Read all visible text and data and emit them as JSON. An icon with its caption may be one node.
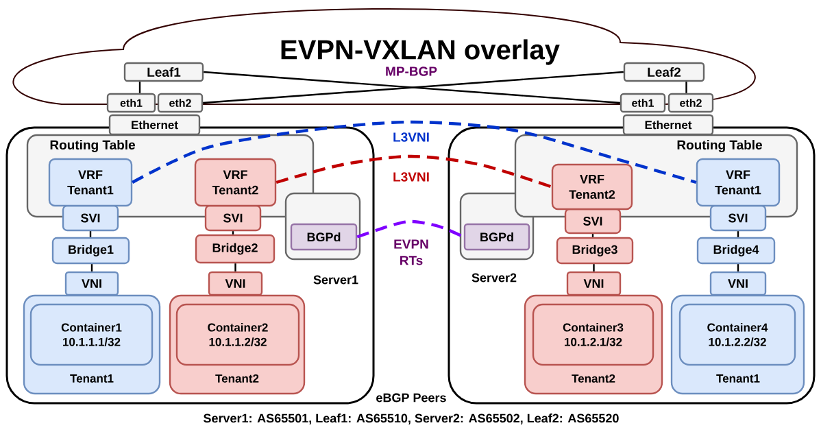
{
  "diagram": {
    "nodes": [
      {
        "text": [
          "EVPN-VXLAN overlay"
        ]
      },
      {
        "text": [
          "Leaf1"
        ],
        "in": 0
      },
      {
        "text": [
          "eth1"
        ]
      },
      {
        "text": [
          "eth2"
        ]
      },
      {
        "text": [
          "Ethernet"
        ]
      },
      {
        "text": [
          "Leaf2"
        ],
        "in": 0
      },
      {
        "text": [
          "eth1"
        ]
      },
      {
        "text": [
          "eth2"
        ]
      },
      {
        "text": [
          "Ethernet"
        ]
      },
      {
        "text": [
          "Server1"
        ]
      },
      {
        "text": [
          "Routing Table"
        ],
        "in": 9
      },
      {
        "text": [
          "VRF Tenant1"
        ],
        "in": 10
      },
      {
        "text": [
          "SVI"
        ],
        "in": 9
      },
      {
        "text": [
          "Bridge1"
        ],
        "in": 9
      },
      {
        "text": [
          "VNI"
        ],
        "in": 9
      },
      {
        "text": [
          "Tenant1"
        ],
        "in": 9
      },
      {
        "text": [
          "Container1 10.1.1.1/32"
        ],
        "in": 15
      },
      {
        "text": [
          "VRF Tenant2"
        ],
        "in": 10
      },
      {
        "text": [
          "SVI"
        ],
        "in": 9
      },
      {
        "text": [
          "Bridge2"
        ],
        "in": 9
      },
      {
        "text": [
          "VNI"
        ],
        "in": 9
      },
      {
        "text": [
          "Tenant2"
        ],
        "in": 9
      },
      {
        "text": [
          "Container2 10.1.1.2/32"
        ],
        "in": 21
      },
      {
        "text": [],
        "shape": "box",
        "in": 9
      },
      {
        "text": [
          "BGPd"
        ],
        "in": 23
      },
      {
        "text": [
          "Server2"
        ]
      },
      {
        "text": [],
        "shape": "box",
        "in": 25
      },
      {
        "text": [
          "BGPd"
        ],
        "in": 26
      },
      {
        "text": [
          "Routing Table"
        ],
        "in": 25
      },
      {
        "text": [
          "VRF Tenant2"
        ],
        "in": 28
      },
      {
        "text": [
          "SVI"
        ],
        "in": 25
      },
      {
        "text": [
          "Bridge3"
        ],
        "in": 25
      },
      {
        "text": [
          "VNI"
        ],
        "in": 25
      },
      {
        "text": [
          "Tenant2"
        ],
        "in": 25
      },
      {
        "text": [
          "Container3 10.1.2.1/32"
        ],
        "in": 33
      },
      {
        "text": [
          "VRF Tenant1"
        ],
        "in": 28
      },
      {
        "text": [
          "SVI"
        ],
        "in": 25
      },
      {
        "text": [
          "Bridge4"
        ],
        "in": 25
      },
      {
        "text": [
          "VNI"
        ],
        "in": 25
      },
      {
        "text": [
          "Tenant1"
        ],
        "in": 25
      },
      {
        "text": [
          "Container4 10.1.2.2/32"
        ],
        "in": 39
      }
    ],
    "edges": [
      {
        "from": 1,
        "to": 6,
        "arrow": "none",
        "label": "MP-BGP"
      },
      {
        "from": 3,
        "to": 5,
        "arrow": "none"
      },
      {
        "from": 1,
        "to": 2,
        "arrow": "none"
      },
      {
        "from": 5,
        "to": 7,
        "arrow": "none"
      },
      {
        "from": 12,
        "to": 13,
        "arrow": "none"
      },
      {
        "from": 13,
        "to": 14,
        "arrow": "none"
      },
      {
        "from": 18,
        "to": 19,
        "arrow": "none"
      },
      {
        "from": 19,
        "to": 20,
        "arrow": "none"
      },
      {
        "from": 30,
        "to": 31,
        "arrow": "none"
      },
      {
        "from": 31,
        "to": 32,
        "arrow": "none"
      },
      {
        "from": 36,
        "to": 37,
        "arrow": "none"
      },
      {
        "from": 37,
        "to": 38,
        "arrow": "none"
      },
      {
        "from": 11,
        "to": 35,
        "arrow": "none",
        "style": "dashed",
        "color": "#0033cc",
        "label": "L3VNI"
      },
      {
        "from": 17,
        "to": 29,
        "arrow": "none",
        "style": "dashed",
        "color": "#c00000",
        "label": "L3VNI"
      },
      {
        "from": 24,
        "to": 27,
        "arrow": "none",
        "style": "dashed",
        "color": "#7f00ff",
        "label": "EVPN RTs"
      }
    ],
    "labels": [
      "eBGP Peers",
      "Server1: AS65501, Leaf1: AS65510, Server2: AS65502, Leaf2: AS65520"
    ]
  }
}
